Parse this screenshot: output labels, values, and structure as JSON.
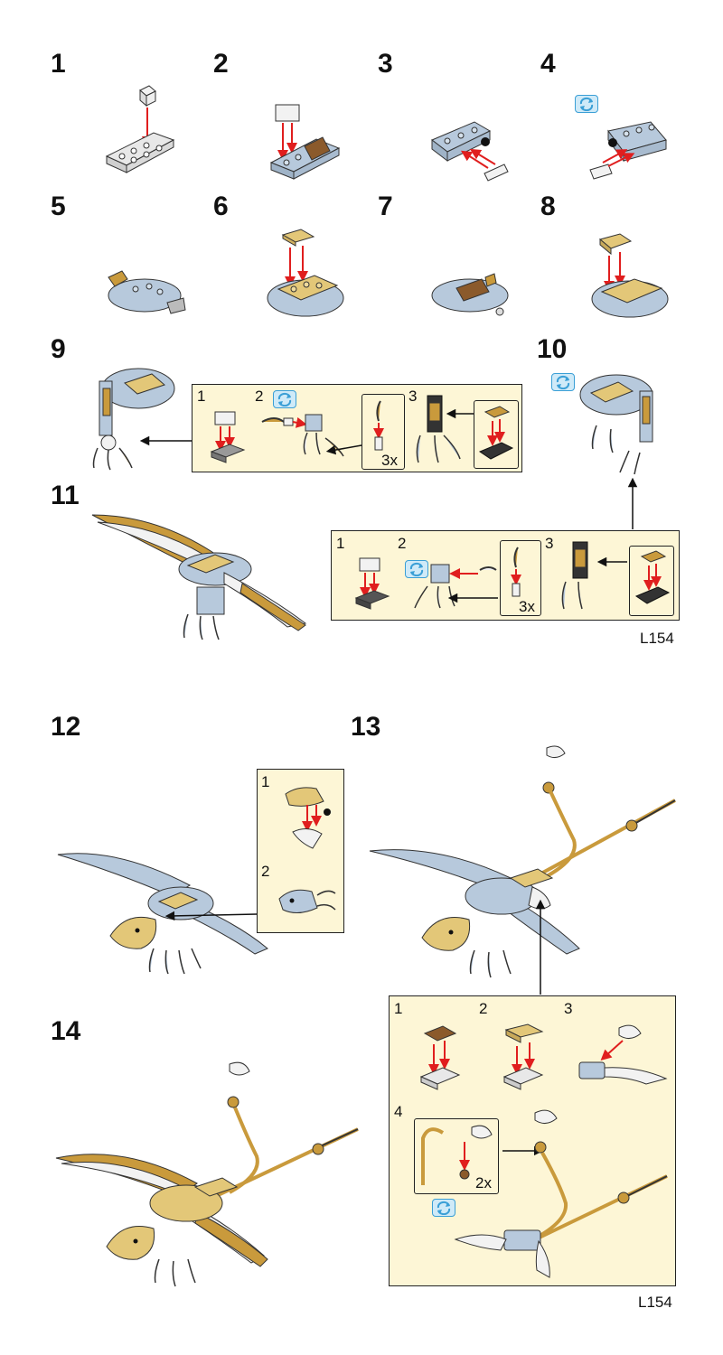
{
  "page_top": {
    "steps": [
      "1",
      "2",
      "3",
      "4",
      "5",
      "6",
      "7",
      "8",
      "9",
      "10",
      "11"
    ],
    "step9_sub": [
      "1",
      "2",
      "3"
    ],
    "step9_qty": "3x",
    "step11_sub": [
      "1",
      "2",
      "3"
    ],
    "step11_qty": "3x",
    "page_code": "L154"
  },
  "page_bottom": {
    "steps": [
      "12",
      "13",
      "14"
    ],
    "step12_sub": [
      "1",
      "2"
    ],
    "step13_sub": [
      "1",
      "2",
      "3",
      "4"
    ],
    "step13_qty": "2x",
    "page_code": "L154"
  },
  "colors": {
    "brick_blue": "#b7c9dc",
    "brick_white": "#f2f2f2",
    "brick_tan": "#e3c778",
    "brick_brown": "#8b5a2b",
    "brick_gold": "#c99a3c",
    "arrow_red": "#e01e1e",
    "panel_bg": "#fdf6d6",
    "rotate_icon": "#3a9fd6"
  },
  "icons": [
    "rotate-icon",
    "red-arrow-icon",
    "black-arrow-icon"
  ]
}
